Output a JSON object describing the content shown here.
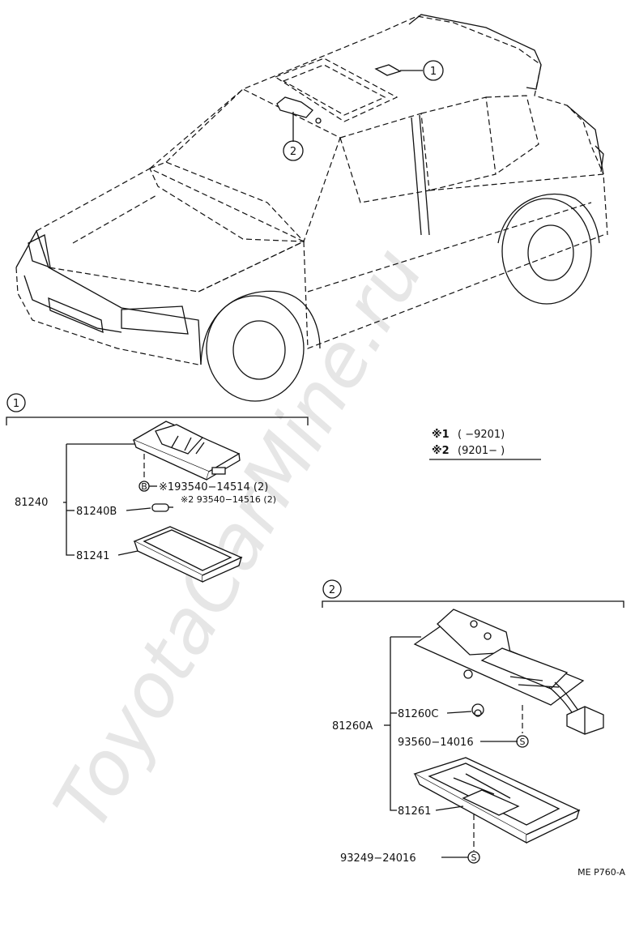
{
  "watermark": "ToyotaCarMine.ru",
  "car_callouts": {
    "c1": "1",
    "c2": "2"
  },
  "section1": {
    "badge": "1",
    "parts": {
      "assy": "81240",
      "bulb": "81240B",
      "lens": "81241",
      "bulb_note1_mark": "B",
      "bulb_note1": "※193540−14514 (2)",
      "bulb_note2": "※2 93540−14516 (2)"
    }
  },
  "legend": {
    "note1_mark": "※1",
    "note1_range": "(        −9201)",
    "note2_mark": "※2",
    "note2_range": "(9201−        )"
  },
  "section2": {
    "badge": "2",
    "parts": {
      "assy": "81260A",
      "sub": "81260C",
      "screw1": "93560−14016",
      "lens": "81261",
      "screw2": "93249−24016",
      "screw_mark": "S"
    }
  },
  "footer_code": "ME  P760-A"
}
